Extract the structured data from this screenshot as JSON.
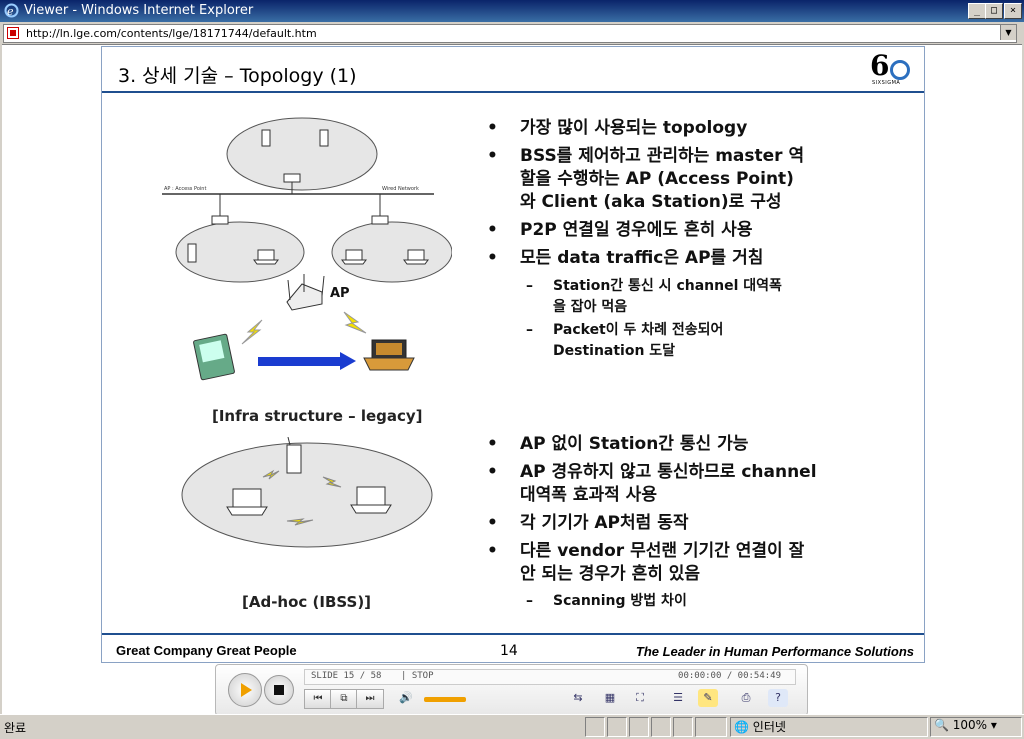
{
  "window": {
    "title": "Viewer - Windows Internet Explorer",
    "address": "http://ln.lge.com/contents/lge/18171744/default.htm"
  },
  "slide": {
    "title": "3. 상세 기술 – Topology (1)",
    "logo_text": "SIXSIGMA",
    "infra_bullets": [
      "가장 많이 사용되는 topology",
      "BSS를 제어하고 관리하는 master 역할을 수행하는 AP (Access Point)와 Client (aka Station)로 구성",
      "P2P 연결일 경우에도 흔히 사용",
      "모든 data traffic은 AP를 거침"
    ],
    "infra_sub": [
      "Station간 통신 시 channel 대역폭을 잡아 먹음",
      "Packet이 두 차례 전송되어 Destination 도달"
    ],
    "infra_caption": "[Infra structure – legacy]",
    "adhoc_bullets": [
      "AP 없이 Station간 통신 가능",
      "AP 경유하지 않고 통신하므로 channel 대역폭 효과적 사용",
      "각 기기가 AP처럼 동작",
      "다른 vendor 무선랜 기기간 연결이 잘 안 되는 경우가 흔히 있음"
    ],
    "adhoc_sub": [
      "Scanning 방법 차이"
    ],
    "adhoc_caption": "[Ad-hoc (IBSS)]",
    "diagram_labels": {
      "ap_access_point": "AP : Access Point",
      "wired_network": "Wired Network",
      "ap": "AP"
    },
    "footer_left": "Great Company   Great People",
    "page_number": "14",
    "footer_right": "The Leader in Human Performance Solutions"
  },
  "player": {
    "slide_label": "SLIDE  15 / 58",
    "state": "| STOP",
    "time": "00:00:00 / 00:54:49"
  },
  "status": {
    "text": "완료",
    "zone": "인터넷",
    "zoom": "100%"
  }
}
